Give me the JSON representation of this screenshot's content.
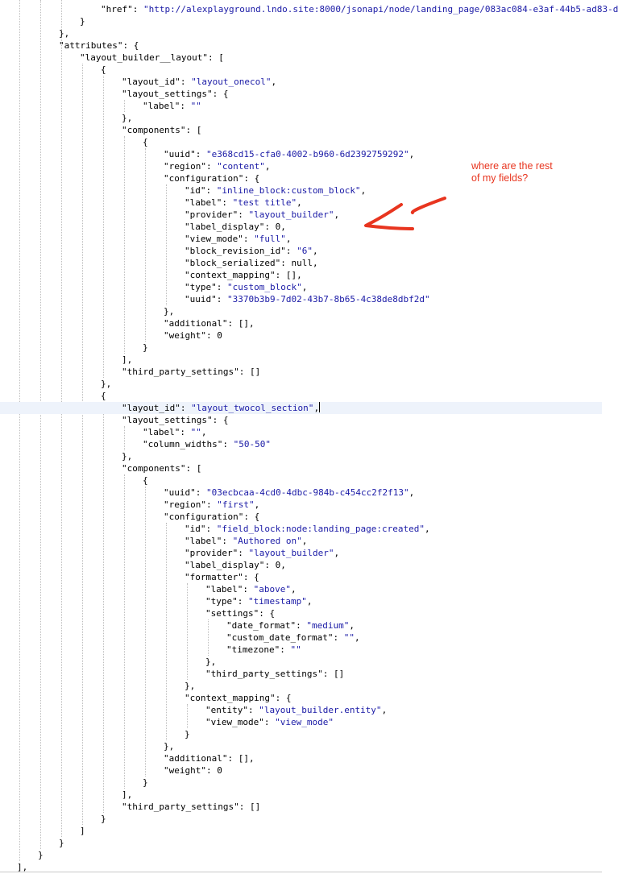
{
  "json_viewer": {
    "lines": [
      {
        "indent": 5,
        "parts": [
          {
            "t": "\"href\"",
            "c": "k"
          },
          {
            "t": ": "
          },
          {
            "t": "\"http://alexplayground.lndo.site:8000/jsonapi/node/landing_page/083ac084-e3af-44b5-ad83-d",
            "c": "s"
          }
        ]
      },
      {
        "indent": 4,
        "parts": [
          {
            "t": "}"
          }
        ]
      },
      {
        "indent": 3,
        "parts": [
          {
            "t": "},"
          }
        ]
      },
      {
        "indent": 3,
        "parts": [
          {
            "t": "\"attributes\"",
            "c": "k"
          },
          {
            "t": ": {"
          }
        ]
      },
      {
        "indent": 4,
        "parts": [
          {
            "t": "\"layout_builder__layout\"",
            "c": "k"
          },
          {
            "t": ": ["
          }
        ]
      },
      {
        "indent": 5,
        "parts": [
          {
            "t": "{"
          }
        ]
      },
      {
        "indent": 6,
        "parts": [
          {
            "t": "\"layout_id\"",
            "c": "k"
          },
          {
            "t": ": "
          },
          {
            "t": "\"layout_onecol\"",
            "c": "s"
          },
          {
            "t": ","
          }
        ]
      },
      {
        "indent": 6,
        "parts": [
          {
            "t": "\"layout_settings\"",
            "c": "k"
          },
          {
            "t": ": {"
          }
        ]
      },
      {
        "indent": 7,
        "parts": [
          {
            "t": "\"label\"",
            "c": "k"
          },
          {
            "t": ": "
          },
          {
            "t": "\"\"",
            "c": "s"
          }
        ]
      },
      {
        "indent": 6,
        "parts": [
          {
            "t": "},"
          }
        ]
      },
      {
        "indent": 6,
        "parts": [
          {
            "t": "\"components\"",
            "c": "k"
          },
          {
            "t": ": ["
          }
        ]
      },
      {
        "indent": 7,
        "parts": [
          {
            "t": "{"
          }
        ]
      },
      {
        "indent": 8,
        "parts": [
          {
            "t": "\"uuid\"",
            "c": "k"
          },
          {
            "t": ": "
          },
          {
            "t": "\"e368cd15-cfa0-4002-b960-6d2392759292\"",
            "c": "s"
          },
          {
            "t": ","
          }
        ]
      },
      {
        "indent": 8,
        "parts": [
          {
            "t": "\"region\"",
            "c": "k"
          },
          {
            "t": ": "
          },
          {
            "t": "\"content\"",
            "c": "s"
          },
          {
            "t": ","
          }
        ]
      },
      {
        "indent": 8,
        "parts": [
          {
            "t": "\"configuration\"",
            "c": "k"
          },
          {
            "t": ": {"
          }
        ]
      },
      {
        "indent": 9,
        "parts": [
          {
            "t": "\"id\"",
            "c": "k"
          },
          {
            "t": ": "
          },
          {
            "t": "\"inline_block:custom_block\"",
            "c": "s"
          },
          {
            "t": ","
          }
        ]
      },
      {
        "indent": 9,
        "parts": [
          {
            "t": "\"label\"",
            "c": "k"
          },
          {
            "t": ": "
          },
          {
            "t": "\"test title\"",
            "c": "s"
          },
          {
            "t": ","
          }
        ]
      },
      {
        "indent": 9,
        "parts": [
          {
            "t": "\"provider\"",
            "c": "k"
          },
          {
            "t": ": "
          },
          {
            "t": "\"layout_builder\"",
            "c": "s"
          },
          {
            "t": ","
          }
        ]
      },
      {
        "indent": 9,
        "parts": [
          {
            "t": "\"label_display\"",
            "c": "k"
          },
          {
            "t": ": "
          },
          {
            "t": "0",
            "c": "n"
          },
          {
            "t": ","
          }
        ]
      },
      {
        "indent": 9,
        "parts": [
          {
            "t": "\"view_mode\"",
            "c": "k"
          },
          {
            "t": ": "
          },
          {
            "t": "\"full\"",
            "c": "s"
          },
          {
            "t": ","
          }
        ]
      },
      {
        "indent": 9,
        "parts": [
          {
            "t": "\"block_revision_id\"",
            "c": "k"
          },
          {
            "t": ": "
          },
          {
            "t": "\"6\"",
            "c": "s"
          },
          {
            "t": ","
          }
        ]
      },
      {
        "indent": 9,
        "parts": [
          {
            "t": "\"block_serialized\"",
            "c": "k"
          },
          {
            "t": ": "
          },
          {
            "t": "null",
            "c": "n"
          },
          {
            "t": ","
          }
        ]
      },
      {
        "indent": 9,
        "parts": [
          {
            "t": "\"context_mapping\"",
            "c": "k"
          },
          {
            "t": ": [],"
          }
        ]
      },
      {
        "indent": 9,
        "parts": [
          {
            "t": "\"type\"",
            "c": "k"
          },
          {
            "t": ": "
          },
          {
            "t": "\"custom_block\"",
            "c": "s"
          },
          {
            "t": ","
          }
        ]
      },
      {
        "indent": 9,
        "parts": [
          {
            "t": "\"uuid\"",
            "c": "k"
          },
          {
            "t": ": "
          },
          {
            "t": "\"3370b3b9-7d02-43b7-8b65-4c38de8dbf2d\"",
            "c": "s"
          }
        ]
      },
      {
        "indent": 8,
        "parts": [
          {
            "t": "},"
          }
        ]
      },
      {
        "indent": 8,
        "parts": [
          {
            "t": "\"additional\"",
            "c": "k"
          },
          {
            "t": ": [],"
          }
        ]
      },
      {
        "indent": 8,
        "parts": [
          {
            "t": "\"weight\"",
            "c": "k"
          },
          {
            "t": ": "
          },
          {
            "t": "0",
            "c": "n"
          }
        ]
      },
      {
        "indent": 7,
        "parts": [
          {
            "t": "}"
          }
        ]
      },
      {
        "indent": 6,
        "parts": [
          {
            "t": "],"
          }
        ]
      },
      {
        "indent": 6,
        "parts": [
          {
            "t": "\"third_party_settings\"",
            "c": "k"
          },
          {
            "t": ": []"
          }
        ]
      },
      {
        "indent": 5,
        "parts": [
          {
            "t": "},"
          }
        ]
      },
      {
        "indent": 5,
        "parts": [
          {
            "t": "{"
          }
        ]
      },
      {
        "indent": 6,
        "highlight": true,
        "caret": true,
        "parts": [
          {
            "t": "\"layout_id\"",
            "c": "k"
          },
          {
            "t": ": "
          },
          {
            "t": "\"layout_twocol_section\"",
            "c": "s"
          },
          {
            "t": ","
          }
        ]
      },
      {
        "indent": 6,
        "parts": [
          {
            "t": "\"layout_settings\"",
            "c": "k"
          },
          {
            "t": ": {"
          }
        ]
      },
      {
        "indent": 7,
        "parts": [
          {
            "t": "\"label\"",
            "c": "k"
          },
          {
            "t": ": "
          },
          {
            "t": "\"\"",
            "c": "s"
          },
          {
            "t": ","
          }
        ]
      },
      {
        "indent": 7,
        "parts": [
          {
            "t": "\"column_widths\"",
            "c": "k"
          },
          {
            "t": ": "
          },
          {
            "t": "\"50-50\"",
            "c": "s"
          }
        ]
      },
      {
        "indent": 6,
        "parts": [
          {
            "t": "},"
          }
        ]
      },
      {
        "indent": 6,
        "parts": [
          {
            "t": "\"components\"",
            "c": "k"
          },
          {
            "t": ": ["
          }
        ]
      },
      {
        "indent": 7,
        "parts": [
          {
            "t": "{"
          }
        ]
      },
      {
        "indent": 8,
        "parts": [
          {
            "t": "\"uuid\"",
            "c": "k"
          },
          {
            "t": ": "
          },
          {
            "t": "\"03ecbcaa-4cd0-4dbc-984b-c454cc2f2f13\"",
            "c": "s"
          },
          {
            "t": ","
          }
        ]
      },
      {
        "indent": 8,
        "parts": [
          {
            "t": "\"region\"",
            "c": "k"
          },
          {
            "t": ": "
          },
          {
            "t": "\"first\"",
            "c": "s"
          },
          {
            "t": ","
          }
        ]
      },
      {
        "indent": 8,
        "parts": [
          {
            "t": "\"configuration\"",
            "c": "k"
          },
          {
            "t": ": {"
          }
        ]
      },
      {
        "indent": 9,
        "parts": [
          {
            "t": "\"id\"",
            "c": "k"
          },
          {
            "t": ": "
          },
          {
            "t": "\"field_block:node:landing_page:created\"",
            "c": "s"
          },
          {
            "t": ","
          }
        ]
      },
      {
        "indent": 9,
        "parts": [
          {
            "t": "\"label\"",
            "c": "k"
          },
          {
            "t": ": "
          },
          {
            "t": "\"Authored on\"",
            "c": "s"
          },
          {
            "t": ","
          }
        ]
      },
      {
        "indent": 9,
        "parts": [
          {
            "t": "\"provider\"",
            "c": "k"
          },
          {
            "t": ": "
          },
          {
            "t": "\"layout_builder\"",
            "c": "s"
          },
          {
            "t": ","
          }
        ]
      },
      {
        "indent": 9,
        "parts": [
          {
            "t": "\"label_display\"",
            "c": "k"
          },
          {
            "t": ": "
          },
          {
            "t": "0",
            "c": "n"
          },
          {
            "t": ","
          }
        ]
      },
      {
        "indent": 9,
        "parts": [
          {
            "t": "\"formatter\"",
            "c": "k"
          },
          {
            "t": ": {"
          }
        ]
      },
      {
        "indent": 10,
        "parts": [
          {
            "t": "\"label\"",
            "c": "k"
          },
          {
            "t": ": "
          },
          {
            "t": "\"above\"",
            "c": "s"
          },
          {
            "t": ","
          }
        ]
      },
      {
        "indent": 10,
        "parts": [
          {
            "t": "\"type\"",
            "c": "k"
          },
          {
            "t": ": "
          },
          {
            "t": "\"timestamp\"",
            "c": "s"
          },
          {
            "t": ","
          }
        ]
      },
      {
        "indent": 10,
        "parts": [
          {
            "t": "\"settings\"",
            "c": "k"
          },
          {
            "t": ": {"
          }
        ]
      },
      {
        "indent": 11,
        "parts": [
          {
            "t": "\"date_format\"",
            "c": "k"
          },
          {
            "t": ": "
          },
          {
            "t": "\"medium\"",
            "c": "s"
          },
          {
            "t": ","
          }
        ]
      },
      {
        "indent": 11,
        "parts": [
          {
            "t": "\"custom_date_format\"",
            "c": "k"
          },
          {
            "t": ": "
          },
          {
            "t": "\"\"",
            "c": "s"
          },
          {
            "t": ","
          }
        ]
      },
      {
        "indent": 11,
        "parts": [
          {
            "t": "\"timezone\"",
            "c": "k"
          },
          {
            "t": ": "
          },
          {
            "t": "\"\"",
            "c": "s"
          }
        ]
      },
      {
        "indent": 10,
        "parts": [
          {
            "t": "},"
          }
        ]
      },
      {
        "indent": 10,
        "parts": [
          {
            "t": "\"third_party_settings\"",
            "c": "k"
          },
          {
            "t": ": []"
          }
        ]
      },
      {
        "indent": 9,
        "parts": [
          {
            "t": "},"
          }
        ]
      },
      {
        "indent": 9,
        "parts": [
          {
            "t": "\"context_mapping\"",
            "c": "k"
          },
          {
            "t": ": {"
          }
        ]
      },
      {
        "indent": 10,
        "parts": [
          {
            "t": "\"entity\"",
            "c": "k"
          },
          {
            "t": ": "
          },
          {
            "t": "\"layout_builder.entity\"",
            "c": "s"
          },
          {
            "t": ","
          }
        ]
      },
      {
        "indent": 10,
        "parts": [
          {
            "t": "\"view_mode\"",
            "c": "k"
          },
          {
            "t": ": "
          },
          {
            "t": "\"view_mode\"",
            "c": "s"
          }
        ]
      },
      {
        "indent": 9,
        "parts": [
          {
            "t": "}"
          }
        ]
      },
      {
        "indent": 8,
        "parts": [
          {
            "t": "},"
          }
        ]
      },
      {
        "indent": 8,
        "parts": [
          {
            "t": "\"additional\"",
            "c": "k"
          },
          {
            "t": ": [],"
          }
        ]
      },
      {
        "indent": 8,
        "parts": [
          {
            "t": "\"weight\"",
            "c": "k"
          },
          {
            "t": ": "
          },
          {
            "t": "0",
            "c": "n"
          }
        ]
      },
      {
        "indent": 7,
        "parts": [
          {
            "t": "}"
          }
        ]
      },
      {
        "indent": 6,
        "parts": [
          {
            "t": "],"
          }
        ]
      },
      {
        "indent": 6,
        "parts": [
          {
            "t": "\"third_party_settings\"",
            "c": "k"
          },
          {
            "t": ": []"
          }
        ]
      },
      {
        "indent": 5,
        "parts": [
          {
            "t": "}"
          }
        ]
      },
      {
        "indent": 4,
        "parts": [
          {
            "t": "]"
          }
        ]
      },
      {
        "indent": 3,
        "parts": [
          {
            "t": "}"
          }
        ]
      },
      {
        "indent": 2,
        "parts": [
          {
            "t": "}"
          }
        ]
      },
      {
        "indent": 1,
        "parts": [
          {
            "t": "],"
          }
        ]
      }
    ]
  },
  "annotation": {
    "text": "where are the rest\nof my fields?",
    "color": "#e8351f",
    "arrow_icon": "hand-drawn-arrow-icon"
  },
  "colors": {
    "key": "#000000",
    "string": "#1a1aa6",
    "highlight_line": "#eef3fb"
  }
}
